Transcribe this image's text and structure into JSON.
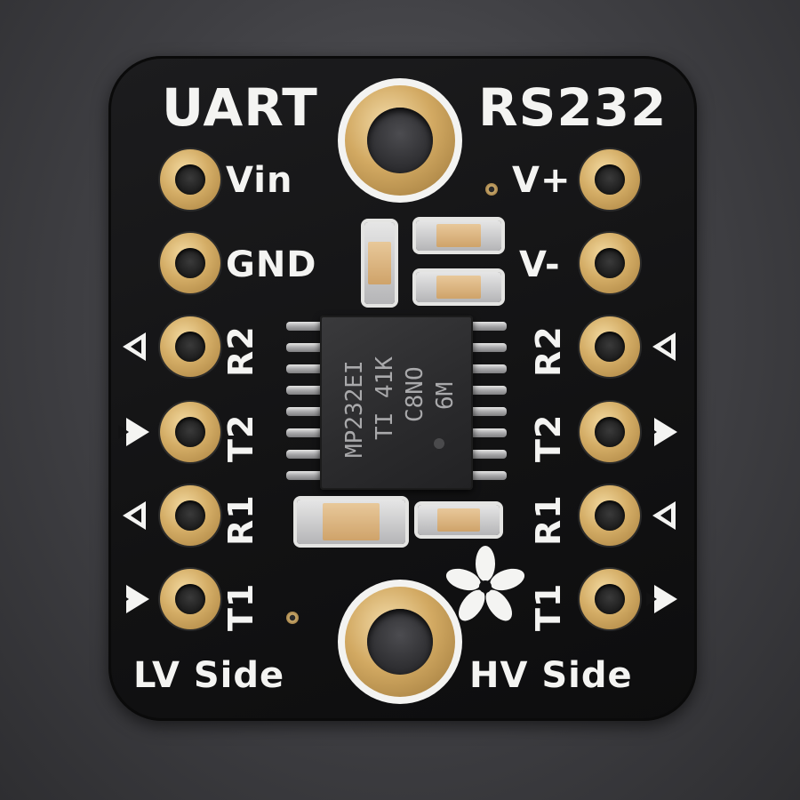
{
  "board": {
    "title_left": "UART",
    "title_right": "RS232",
    "left_pins": {
      "vin": "Vin",
      "gnd": "GND",
      "r2": "R2",
      "t2": "T2",
      "r1": "R1",
      "t1": "T1"
    },
    "right_pins": {
      "vplus": "V+",
      "vminus": "V-",
      "r2": "R2",
      "t2": "T2",
      "r1": "R1",
      "t1": "T1"
    },
    "side_left": "LV Side",
    "side_right": "HV Side",
    "chip_marking": {
      "line1": "MP232EI",
      "line2": "TI 41K",
      "line3": "C8NO",
      "line4": "6M"
    }
  },
  "colors": {
    "pcb": "#121213",
    "silkscreen": "#f4f4f2",
    "gold": "#d4ad66",
    "background": "#4a4a4e"
  }
}
